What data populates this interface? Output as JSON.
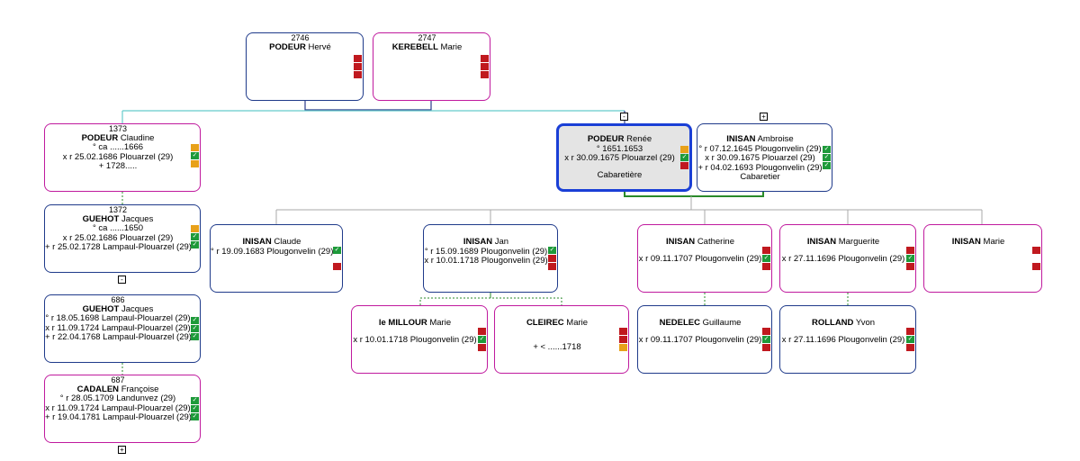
{
  "colors": {
    "male_border": "#1f3a8a",
    "female_border": "#c01a9e",
    "selected_border": "#1a3fd6",
    "flag_red": "#c0191f",
    "flag_orange": "#e8a11a",
    "flag_green": "#1e9a3a",
    "line_cyan": "#66cccc",
    "line_dark_blue": "#2b3a8a",
    "line_green": "#2a8a2a",
    "line_grey": "#aaaaaa"
  },
  "toggles": {
    "minus": "-",
    "plus": "+"
  },
  "people": {
    "p2746": {
      "num": "2746",
      "surname": "PODEUR",
      "given": "Hervé"
    },
    "p2747": {
      "num": "2747",
      "surname": "KEREBELL",
      "given": "Marie"
    },
    "p1373": {
      "num": "1373",
      "surname": "PODEUR",
      "given": "Claudine",
      "lines": [
        "° ca ......1666",
        "x r 25.02.1686 Plouarzel (29)",
        "+ 1728....."
      ]
    },
    "p1372": {
      "num": "1372",
      "surname": "GUEHOT",
      "given": "Jacques",
      "lines": [
        "° ca ......1650",
        "x r 25.02.1686 Plouarzel (29)",
        "+ r 25.02.1728 Lampaul-Plouarzel (29)"
      ]
    },
    "p686": {
      "num": "686",
      "surname": "GUEHOT",
      "given": "Jacques",
      "lines": [
        "° r 18.05.1698 Lampaul-Plouarzel (29)",
        "x r 11.09.1724 Lampaul-Plouarzel (29)",
        "+ r 22.04.1768 Lampaul-Plouarzel (29)"
      ]
    },
    "p687": {
      "num": "687",
      "surname": "CADALEN",
      "given": "Françoise",
      "lines": [
        "° r 28.05.1709 Landunvez (29)",
        "x r 11.09.1724 Lampaul-Plouarzel (29)",
        "+ r 19.04.1781 Lampaul-Plouarzel (29)"
      ]
    },
    "renee": {
      "surname": "PODEUR",
      "given": "Renée",
      "lines": [
        "° 1651.1653",
        "x r 30.09.1675 Plouarzel (29)"
      ],
      "occupation": "Cabaretière"
    },
    "ambroise": {
      "surname": "INISAN",
      "given": "Ambroise",
      "lines": [
        "° r 07.12.1645 Plougonvelin (29)",
        "x r 30.09.1675 Plouarzel (29)",
        "+ r 04.02.1693 Plougonvelin (29)"
      ],
      "occupation": "Cabaretier"
    },
    "claude": {
      "surname": "INISAN",
      "given": "Claude",
      "lines": [
        "° r 19.09.1683 Plougonvelin (29)"
      ]
    },
    "jan": {
      "surname": "INISAN",
      "given": "Jan",
      "lines": [
        "° r 15.09.1689 Plougonvelin (29)",
        "x r 10.01.1718 Plougonvelin (29)"
      ]
    },
    "catherine": {
      "surname": "INISAN",
      "given": "Catherine",
      "lines": [
        "x r 09.11.1707 Plougonvelin (29)"
      ]
    },
    "marguerite": {
      "surname": "INISAN",
      "given": "Marguerite",
      "lines": [
        "x r 27.11.1696 Plougonvelin (29)"
      ]
    },
    "marie_i": {
      "surname": "INISAN",
      "given": "Marie"
    },
    "millour": {
      "surname": "le MILLOUR",
      "given": "Marie",
      "lines": [
        "x r 10.01.1718 Plougonvelin (29)"
      ]
    },
    "cleirec": {
      "surname": "CLEIREC",
      "given": "Marie",
      "lines": [
        "+ < ......1718"
      ]
    },
    "nedelec": {
      "surname": "NEDELEC",
      "given": "Guillaume",
      "lines": [
        "x r 09.11.1707 Plougonvelin (29)"
      ]
    },
    "rolland": {
      "surname": "ROLLAND",
      "given": "Yvon",
      "lines": [
        "x r 27.11.1696 Plougonvelin (29)"
      ]
    }
  }
}
